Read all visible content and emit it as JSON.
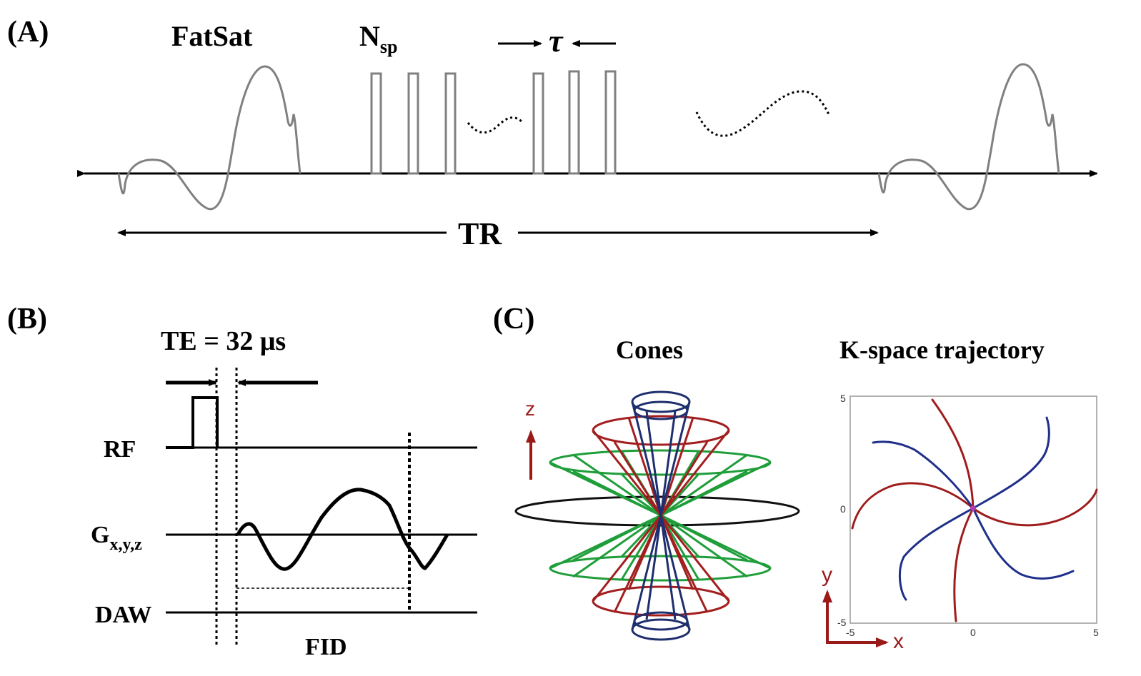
{
  "panel_a": {
    "label": "(A)",
    "fatsat_label": "FatSat",
    "nsp_label": "N",
    "nsp_sub": "sp",
    "tau_label": "τ",
    "tr_label": "TR"
  },
  "panel_b": {
    "label": "(B)",
    "te_label": "TE = 32 μs",
    "rf_label": "RF",
    "g_label": "G",
    "g_sub": "x,y,z",
    "daw_label": "DAW",
    "fid_label": "FID"
  },
  "panel_c": {
    "label": "(C)",
    "cones_title": "Cones",
    "kspace_title": "K-space trajectory",
    "z_axis": "z",
    "x_axis": "x",
    "y_axis": "y",
    "ticks": {
      "top": "5",
      "mid_y": "0",
      "bottom": "-5",
      "left": "-5",
      "mid_x": "0",
      "right": "5"
    }
  },
  "colors": {
    "red_cone": "#a31f1f",
    "green_cone": "#1f9e3a",
    "blue_cone": "#1f2f6e",
    "axis_red": "#9a1a1a",
    "traj_blue": "#1f2f8a",
    "traj_red": "#a01c1c",
    "waveform_gray": "#808080"
  }
}
